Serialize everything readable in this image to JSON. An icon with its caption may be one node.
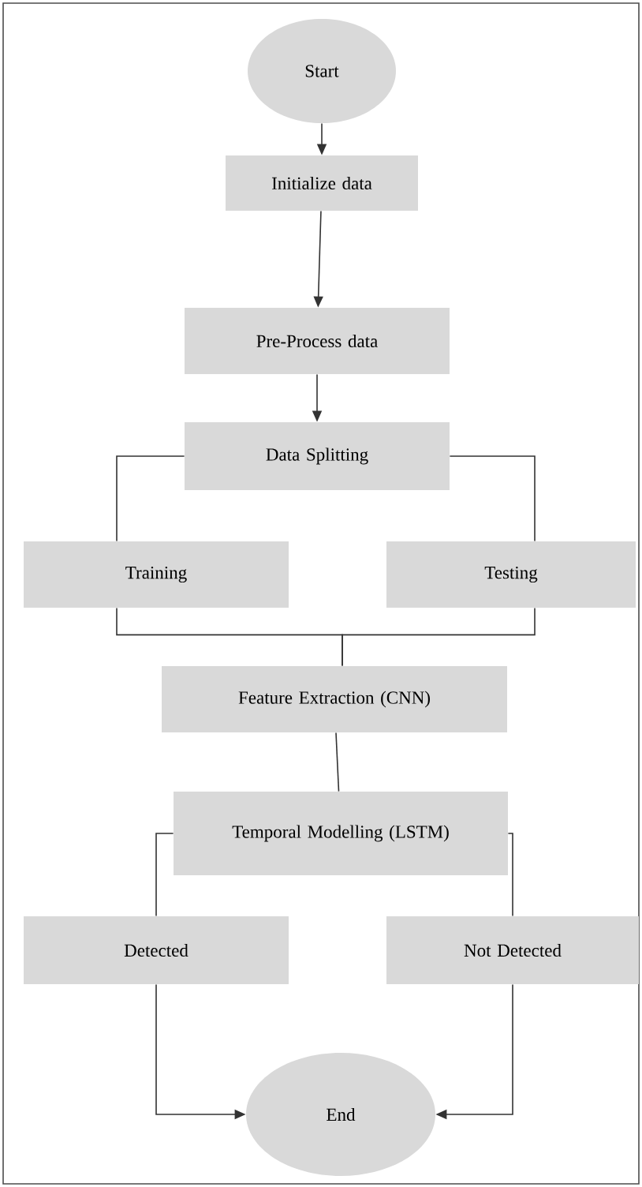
{
  "diagram": {
    "nodes": [
      {
        "text": [
          "Start"
        ]
      },
      {
        "text": [
          "Initialize data"
        ]
      },
      {
        "text": [
          "Pre-Process data"
        ]
      },
      {
        "text": [
          "Data Splitting"
        ]
      },
      {
        "text": [
          "Training"
        ]
      },
      {
        "text": [
          "Testing"
        ]
      },
      {
        "text": [
          "Feature Extraction (CNN)"
        ]
      },
      {
        "text": [
          "Temporal Modelling (LSTM)"
        ]
      },
      {
        "text": [
          "Detected"
        ]
      },
      {
        "text": [
          "Not Detected"
        ]
      },
      {
        "text": [
          "End"
        ]
      }
    ],
    "edges": [
      {
        "from": 0,
        "to": 1,
        "arrow": "to"
      },
      {
        "from": 1,
        "to": 2,
        "arrow": "to"
      },
      {
        "from": 2,
        "to": 3,
        "arrow": "to"
      },
      {
        "from": 3,
        "to": 4,
        "arrow": "none"
      },
      {
        "from": 3,
        "to": 5,
        "arrow": "none"
      },
      {
        "from": 4,
        "to": 6,
        "arrow": "none"
      },
      {
        "from": 5,
        "to": 6,
        "arrow": "none"
      },
      {
        "from": 6,
        "to": 7,
        "arrow": "none"
      },
      {
        "from": 7,
        "to": 8,
        "arrow": "none"
      },
      {
        "from": 7,
        "to": 9,
        "arrow": "none"
      },
      {
        "from": 8,
        "to": 10,
        "arrow": "to"
      },
      {
        "from": 9,
        "to": 10,
        "arrow": "to"
      }
    ]
  }
}
